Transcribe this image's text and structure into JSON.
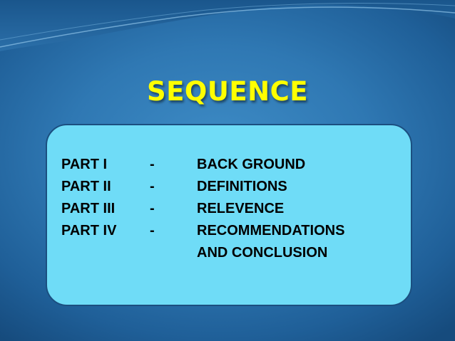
{
  "slide": {
    "title": "SEQUENCE",
    "rows": [
      {
        "part": "PART I",
        "dash": "-",
        "topic": "BACK GROUND"
      },
      {
        "part": "PART II",
        "dash": "-",
        "topic": "DEFINITIONS"
      },
      {
        "part": "PART III",
        "dash": "-",
        "topic": "RELEVENCE"
      },
      {
        "part": "PART IV",
        "dash": "-",
        "topic": "RECOMMENDATIONS"
      },
      {
        "part": "",
        "dash": "",
        "topic": "AND CONCLUSION"
      }
    ]
  },
  "colors": {
    "background": "#2f78b3",
    "title": "#ffff00",
    "box_fill": "#6fdcf7",
    "box_border": "#1b4f80"
  }
}
